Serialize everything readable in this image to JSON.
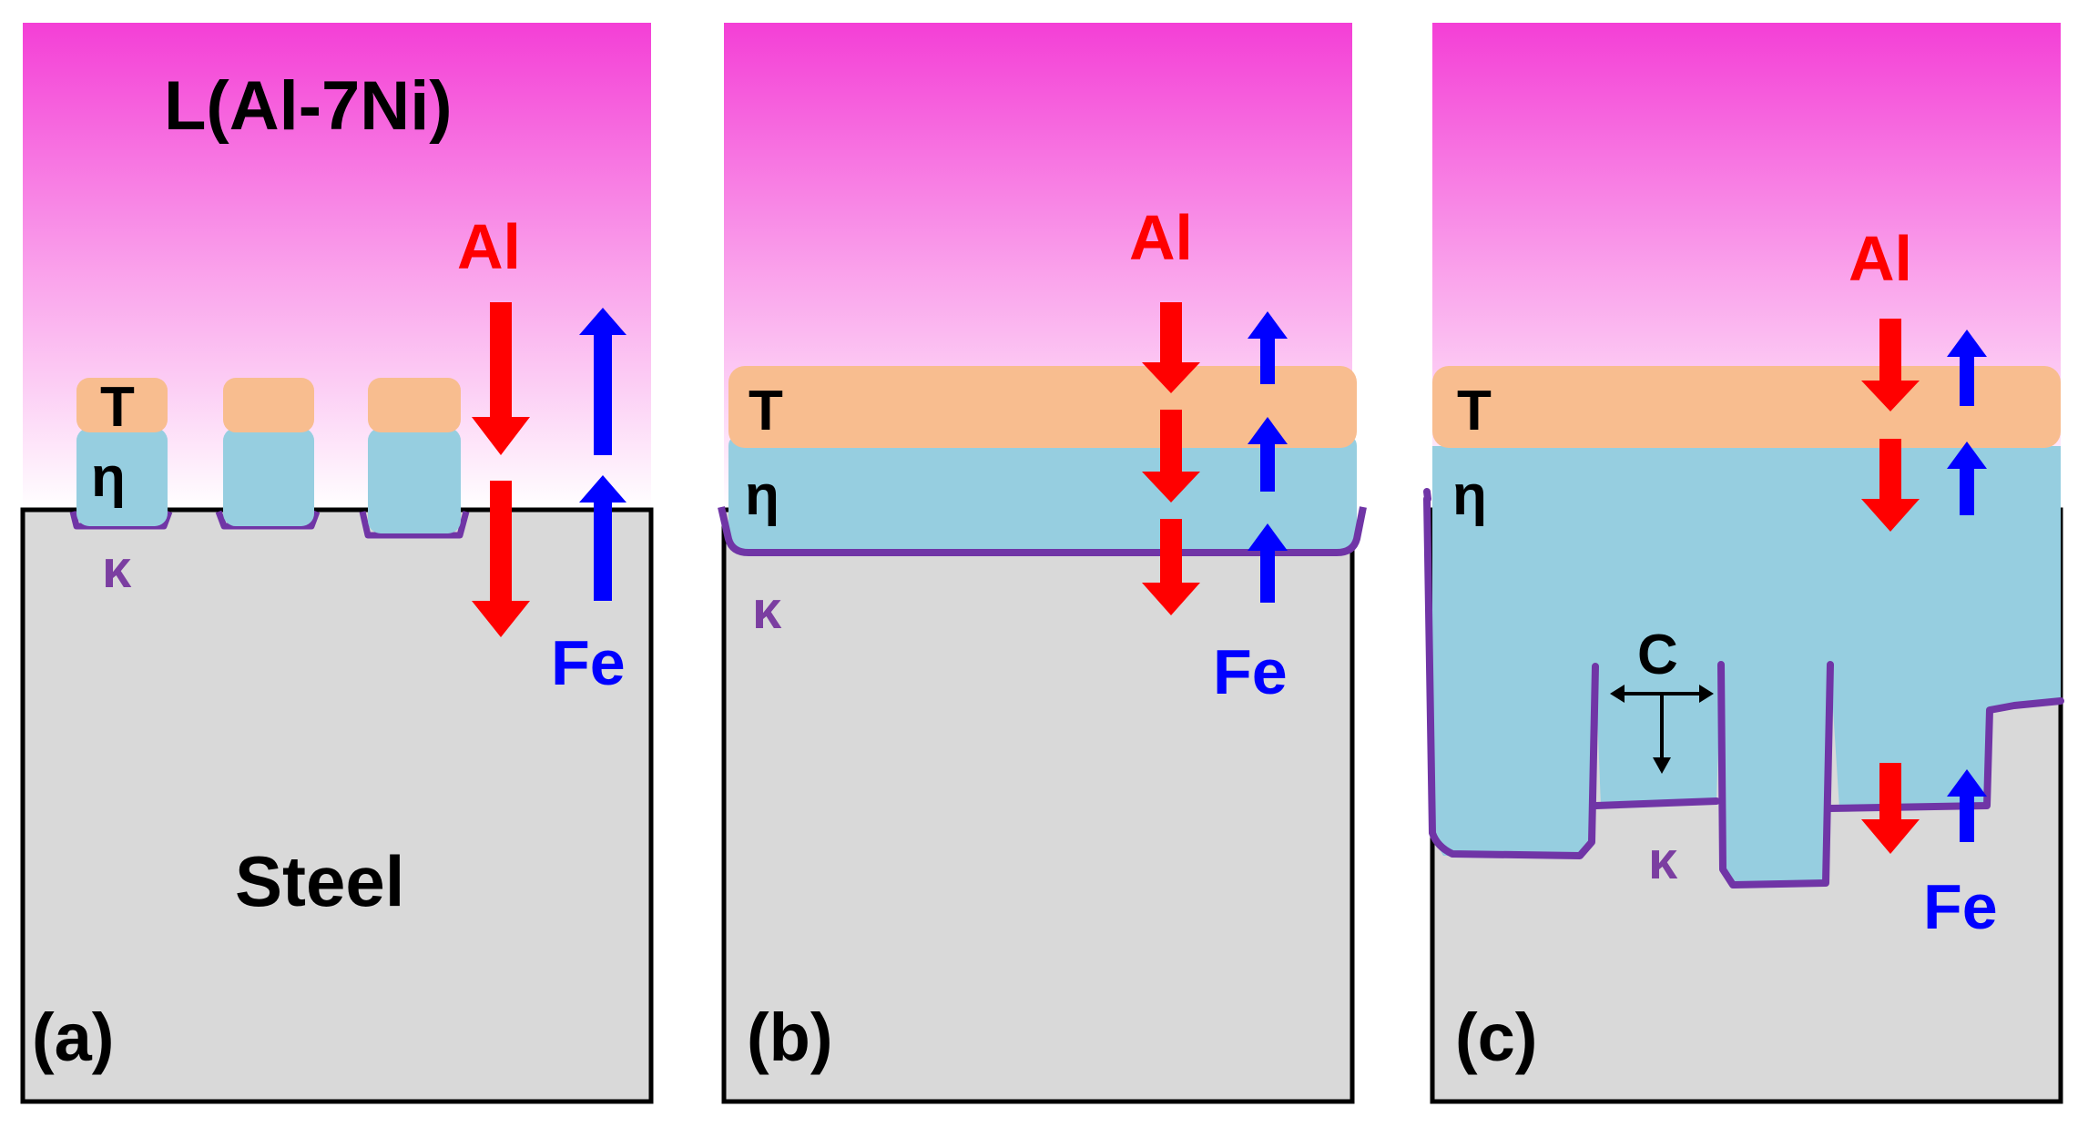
{
  "colors": {
    "liquid_top": "#f43fd6",
    "liquid_bottom": "#ffffff",
    "steel": "#d9d9d9",
    "t_phase": "#f8bd8f",
    "eta_phase": "#96cee0",
    "kappa_line": "#7035a6",
    "al_arrow": "#ff0000",
    "fe_arrow": "#0000ff",
    "outline": "#000000"
  },
  "labels": {
    "liquid": "L(Al-7Ni)",
    "steel": "Steel",
    "t_phase": "T",
    "eta_phase": "η",
    "kappa_phase": "κ",
    "al": "Al",
    "fe": "Fe",
    "crack": "C"
  },
  "panels": [
    {
      "id": "a",
      "caption": "(a)"
    },
    {
      "id": "b",
      "caption": "(b)"
    },
    {
      "id": "c",
      "caption": "(c)"
    }
  ]
}
